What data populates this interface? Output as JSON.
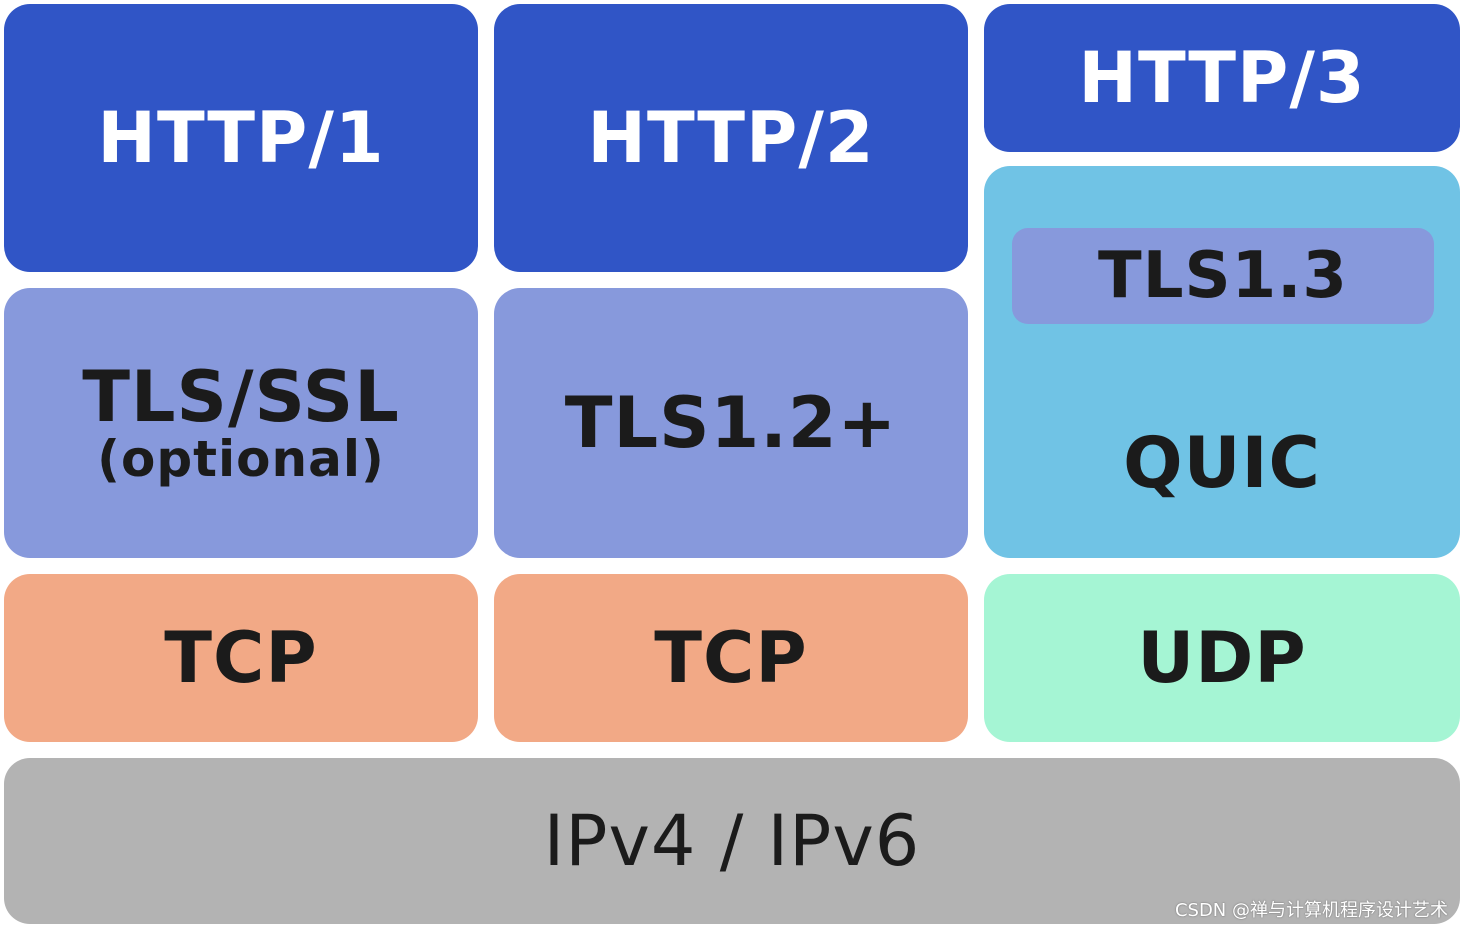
{
  "columns": {
    "http1": {
      "app": "HTTP/1",
      "security": "TLS/SSL",
      "security_note": "(optional)",
      "transport": "TCP"
    },
    "http2": {
      "app": "HTTP/2",
      "security": "TLS1.2+",
      "transport": "TCP"
    },
    "http3": {
      "app": "HTTP/3",
      "security": "TLS1.3",
      "quic": "QUIC",
      "transport": "UDP"
    }
  },
  "network": "IPv4 / IPv6",
  "watermark": "CSDN @禅与计算机程序设计艺术",
  "colors": {
    "application": "#3055c6",
    "security": "#8799dc",
    "quic": "#70c3e5",
    "tcp": "#f2a986",
    "udp": "#a5f5d4",
    "network": "#b3b3b3"
  }
}
